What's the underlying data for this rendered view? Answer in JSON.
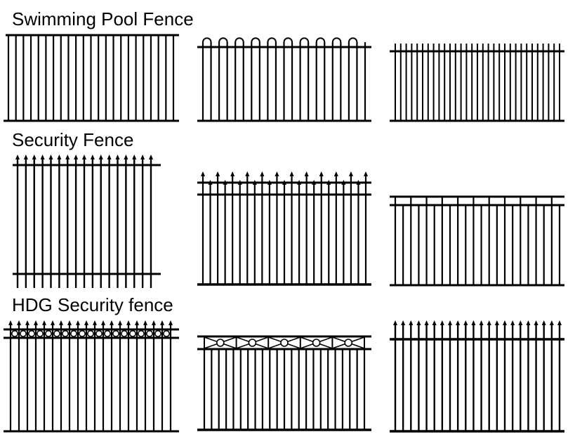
{
  "sections": [
    {
      "title": "Swimming Pool Fence"
    },
    {
      "title": "Security Fence"
    },
    {
      "title": "HDG Security fence"
    }
  ],
  "colors": {
    "ink": "#000000",
    "background": "#ffffff"
  }
}
